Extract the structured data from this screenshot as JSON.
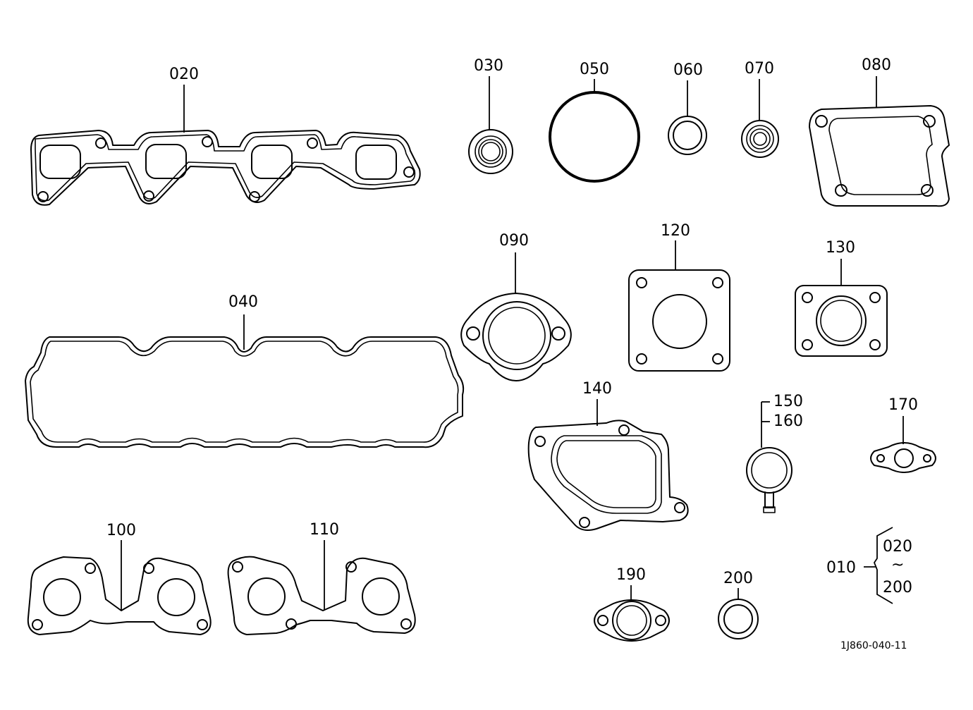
{
  "parts": {
    "p010": "010",
    "p020": "020",
    "p030": "030",
    "p040": "040",
    "p050": "050",
    "p060": "060",
    "p070": "070",
    "p080": "080",
    "p090": "090",
    "p100": "100",
    "p110": "110",
    "p120": "120",
    "p130": "130",
    "p140": "140",
    "p150": "150",
    "p160": "160",
    "p170": "170",
    "p190": "190",
    "p200": "200"
  },
  "kit": {
    "label": "010",
    "range_start": "020",
    "range_sep": "~",
    "range_end": "200"
  },
  "drawing_ref": "1J860-040-11"
}
